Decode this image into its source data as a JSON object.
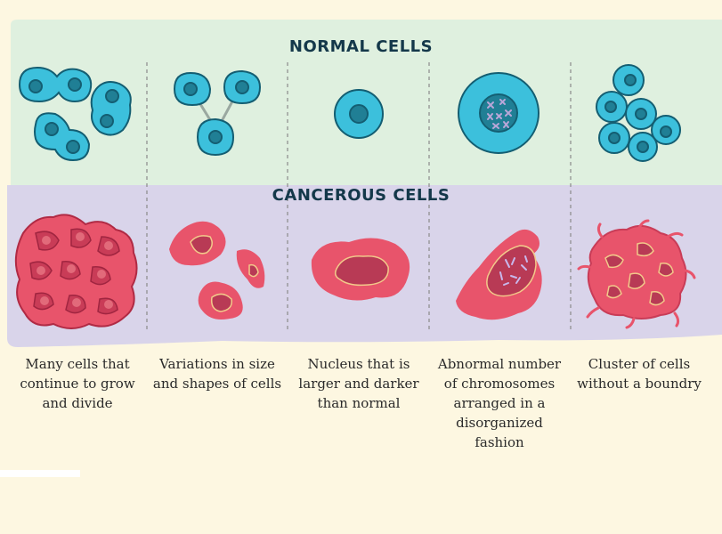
{
  "sections": {
    "normal": {
      "title": "NORMAL CELLS"
    },
    "cancerous": {
      "title": "CANCEROUS CELLS"
    }
  },
  "captions": [
    "Many cells that continue to grow and divide",
    "Variations in size and shapes of cells",
    "Nucleus that is larger and darker than normal",
    "Abnormal number of chromosomes arranged in a disorganized fashion",
    "Cluster of cells without a boundry"
  ],
  "colors": {
    "background": "#fdf7e1",
    "normal_band": "#dff0df",
    "cancer_band": "#d9d4ea",
    "normal_cell": "#3cc0dc",
    "normal_outline": "#145e72",
    "normal_nucleus": "#207f95",
    "cancer_cell": "#e8546b",
    "cancer_nucleus": "#b83a55",
    "cancer_nucleus_rim": "#f2c98a",
    "title": "#14384a"
  }
}
